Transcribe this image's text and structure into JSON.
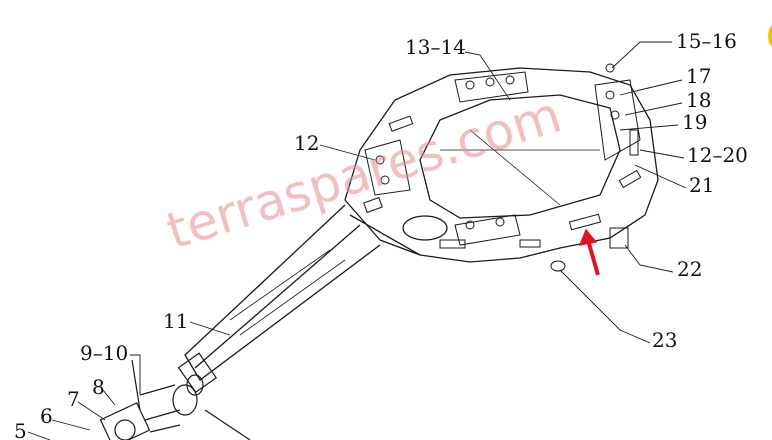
{
  "labels": {
    "l13_14": "13–14",
    "l15_16": "15–16",
    "l17": "17",
    "l18": "18",
    "l19": "19",
    "l12_20": "12–20",
    "l21": "21",
    "l22": "22",
    "l23": "23",
    "l12": "12",
    "l11": "11",
    "l9_10": "9–10",
    "l8": "8",
    "l7": "7",
    "l6": "6",
    "l5": "5"
  },
  "watermark": "terraspares.com",
  "colors": {
    "line": "#1a1a1a",
    "watermark": "#e88a8a",
    "arrow": "#e0141e",
    "accent": "#f2c200"
  }
}
